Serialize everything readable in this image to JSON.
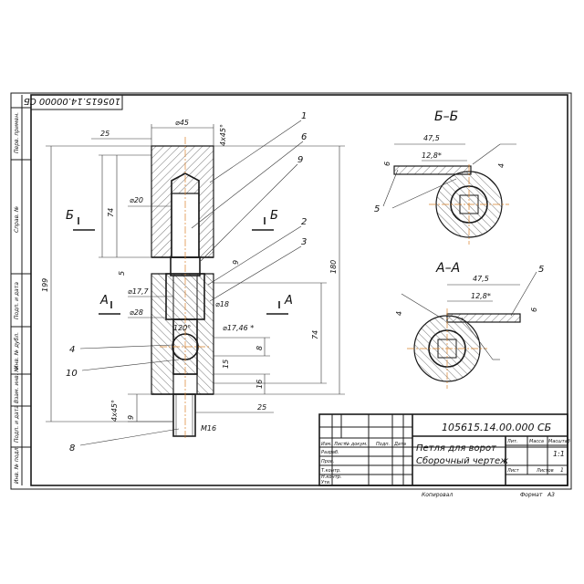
{
  "stamp_code_rotated": "105615.14.00000 СБ",
  "title_block": {
    "code": "105615.14.00.000 СБ",
    "name_line1": "Петля для ворот",
    "name_line2": "Сборочный чертеж",
    "col_lit": "Лит.",
    "col_mass": "Масса",
    "col_scale": "Масштаб",
    "scale_value": "1:1",
    "sheet": "Лист",
    "sheets": "Листов",
    "sheets_count": "1",
    "copied": "Копировал",
    "format": "Формат",
    "format_value": "А3",
    "rows": [
      "Изм.",
      "Лист",
      "№ докум.",
      "Подп.",
      "Дата"
    ],
    "roles": [
      "Разраб.",
      "Пров.",
      "Т.контр.",
      "Н.контр.",
      "Утв."
    ]
  },
  "side_labels": [
    "Перв. примен.",
    "Справ. №",
    "Подп. и дата",
    "Инв. № дубл.",
    "Взам. инв. №",
    "Подп. и дата",
    "Инв. № подл."
  ],
  "section_labels": {
    "bb": "Б–Б",
    "aa": "А–А",
    "a": "А",
    "b": "Б"
  },
  "callouts": [
    "1",
    "6",
    "9",
    "2",
    "3",
    "4",
    "10",
    "8",
    "5",
    "5"
  ],
  "dims": {
    "d45": "⌀45",
    "chamfer1": "4х45°",
    "d25": "25",
    "d20": "⌀20",
    "d74a": "74",
    "d199": "199",
    "d180": "180",
    "d5": "5",
    "d177": "⌀17,7",
    "d28": "⌀28",
    "d18": "⌀18",
    "a120": "120°",
    "d1746": "⌀17,46 *",
    "d8": "8",
    "d15": "15",
    "d16": "16",
    "d74b": "74",
    "d9a": "9",
    "d9b": "9",
    "chamfer2": "4х45°",
    "m16": "М16",
    "d25b": "25",
    "bb_475": "47,5",
    "bb_128": "12,8*",
    "bb_6": "6",
    "bb_4": "4",
    "aa_475": "47,5",
    "aa_128": "12,8*",
    "aa_4": "4",
    "aa_6": "6"
  }
}
